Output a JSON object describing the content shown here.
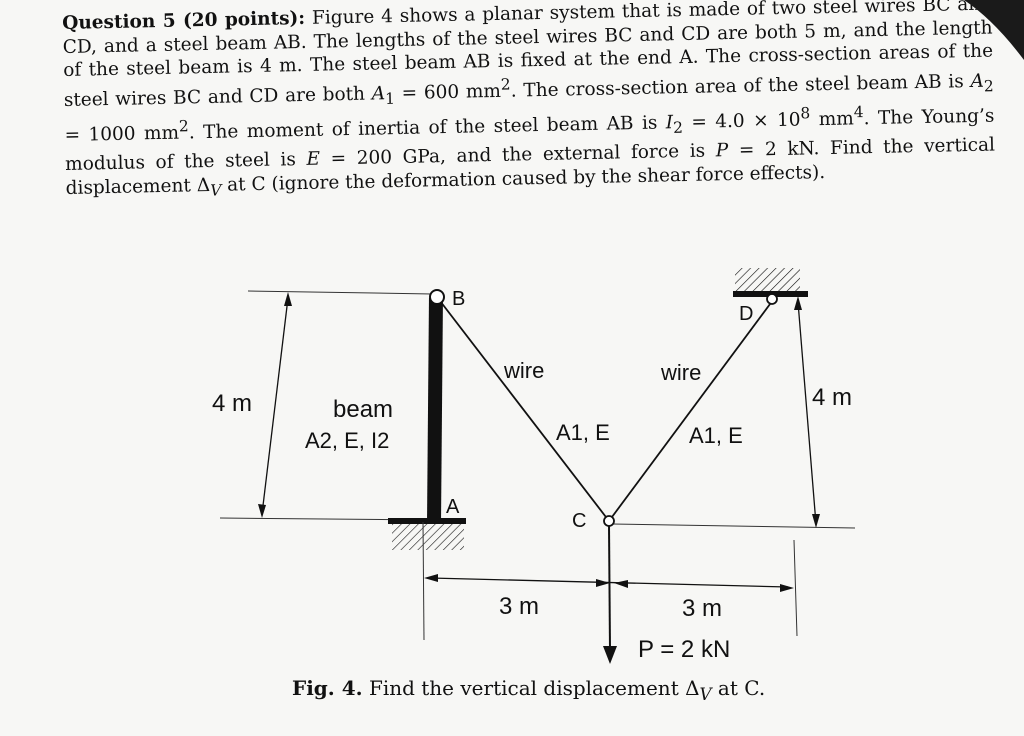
{
  "question": {
    "heading": "Question 5 (20 points):",
    "body_html": "Figure 4 shows a planar system that is made of two steel wires BC and CD, and a steel beam AB. The lengths of the steel wires BC and CD are both 5 m, and the length of the steel beam is 4 m. The steel beam AB is fixed at the end A. The cross-section areas of the steel wires BC and CD are both <i>A</i><sub>1</sub> = 600 mm<sup>2</sup>. The cross-section area of the steel beam AB is <i>A</i><sub>2</sub> = 1000 mm<sup>2</sup>. The moment of inertia of the steel beam AB is <i>I</i><sub>2</sub> = 4.0 × 10<sup>8</sup> mm<sup>4</sup>. The Young’s modulus of the steel is <i>E</i> = 200 GPa, and the external force is <i>P</i> = 2 kN. Find the vertical displacement Δ<sub><i>V</i></sub> at C (ignore the deformation caused by the shear force effects)."
  },
  "figure": {
    "labels": {
      "B": "B",
      "A": "A",
      "C": "C",
      "D": "D",
      "wire_left": "wire",
      "wire_right": "wire",
      "a1e_left": "A1, E",
      "a1e_right": "A1, E",
      "beam": "beam",
      "beam_props": "A2, E, I2",
      "dim_left": "4 m",
      "dim_right": "4 m",
      "dim_3m_left": "3 m",
      "dim_3m_right": "3 m",
      "load": "P = 2 kN"
    }
  },
  "caption": {
    "fig": "Fig. 4.",
    "text": "Find the vertical displacement Δ",
    "sub": "V",
    "tail": " at C."
  }
}
